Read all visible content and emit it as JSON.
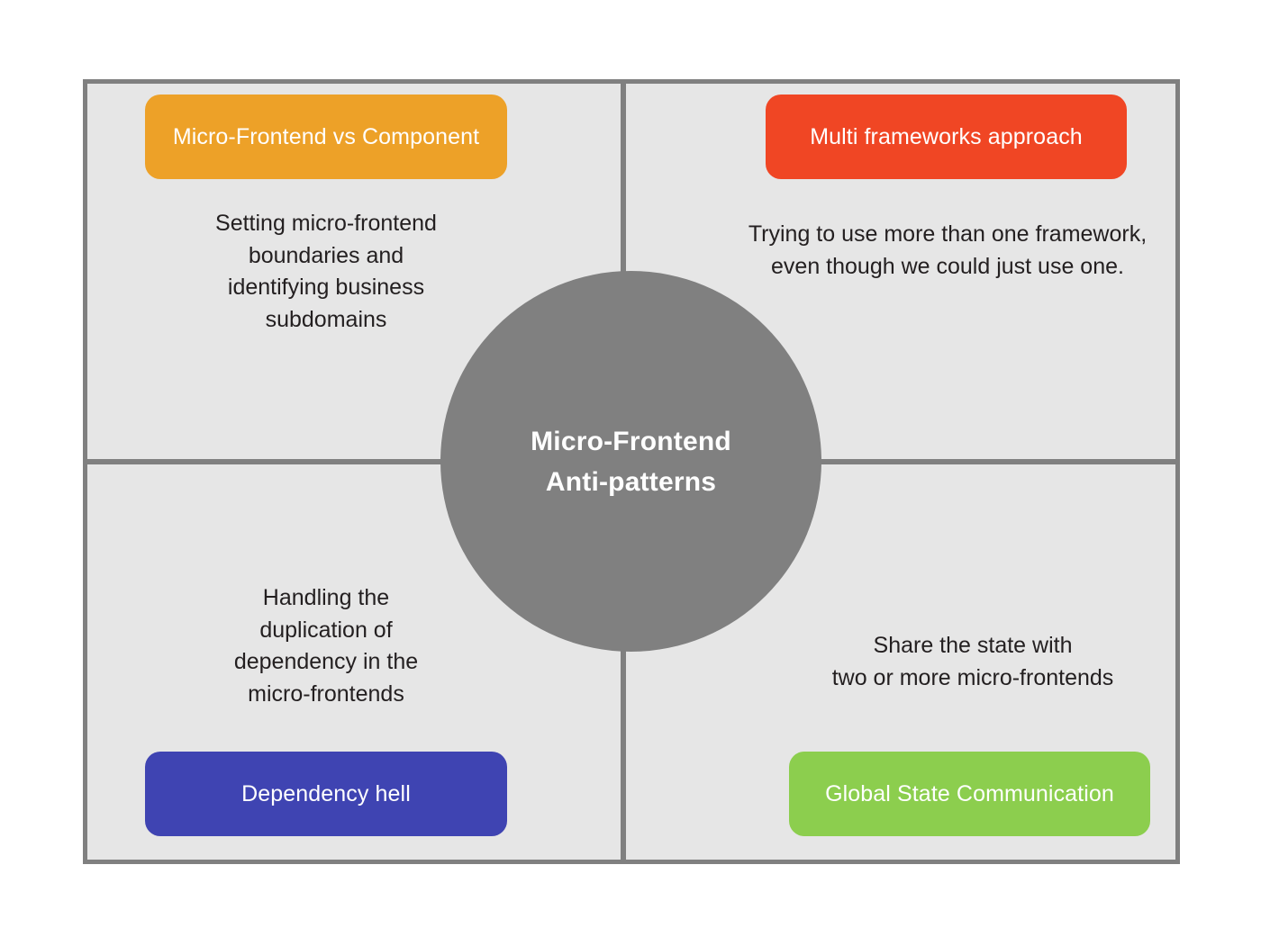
{
  "diagram": {
    "title": "Micro-Frontend Anti-patterns",
    "center": {
      "label": "Micro-Frontend\nAnti-patterns",
      "color": "#808080",
      "text_color": "#ffffff"
    },
    "frame": {
      "background": "#e6e6e6",
      "border_color": "#808080",
      "page_background": "#ffffff"
    },
    "quadrants": [
      {
        "position": "top-left",
        "pill_label": "Micro-Frontend vs Component",
        "pill_color": "#eda128",
        "pill_text_color": "#ffffff",
        "description": "Setting micro-frontend\nboundaries and\nidentifying business\nsubdomains",
        "description_color": "#231f20",
        "pill_placement": "above-description"
      },
      {
        "position": "top-right",
        "pill_label": "Multi frameworks approach",
        "pill_color": "#f04624",
        "pill_text_color": "#ffffff",
        "description": "Trying to use more than one framework,\neven though we could just use one.",
        "description_color": "#231f20",
        "pill_placement": "above-description"
      },
      {
        "position": "bottom-left",
        "pill_label": "Dependency hell",
        "pill_color": "#3f44b2",
        "pill_text_color": "#ffffff",
        "description": "Handling the\nduplication of\ndependency in the\nmicro-frontends",
        "description_color": "#231f20",
        "pill_placement": "below-description"
      },
      {
        "position": "bottom-right",
        "pill_label": "Global State Communication",
        "pill_color": "#8cce4e",
        "pill_text_color": "#ffffff",
        "description": "Share the state with\ntwo or more micro-frontends",
        "description_color": "#231f20",
        "pill_placement": "below-description"
      }
    ]
  }
}
